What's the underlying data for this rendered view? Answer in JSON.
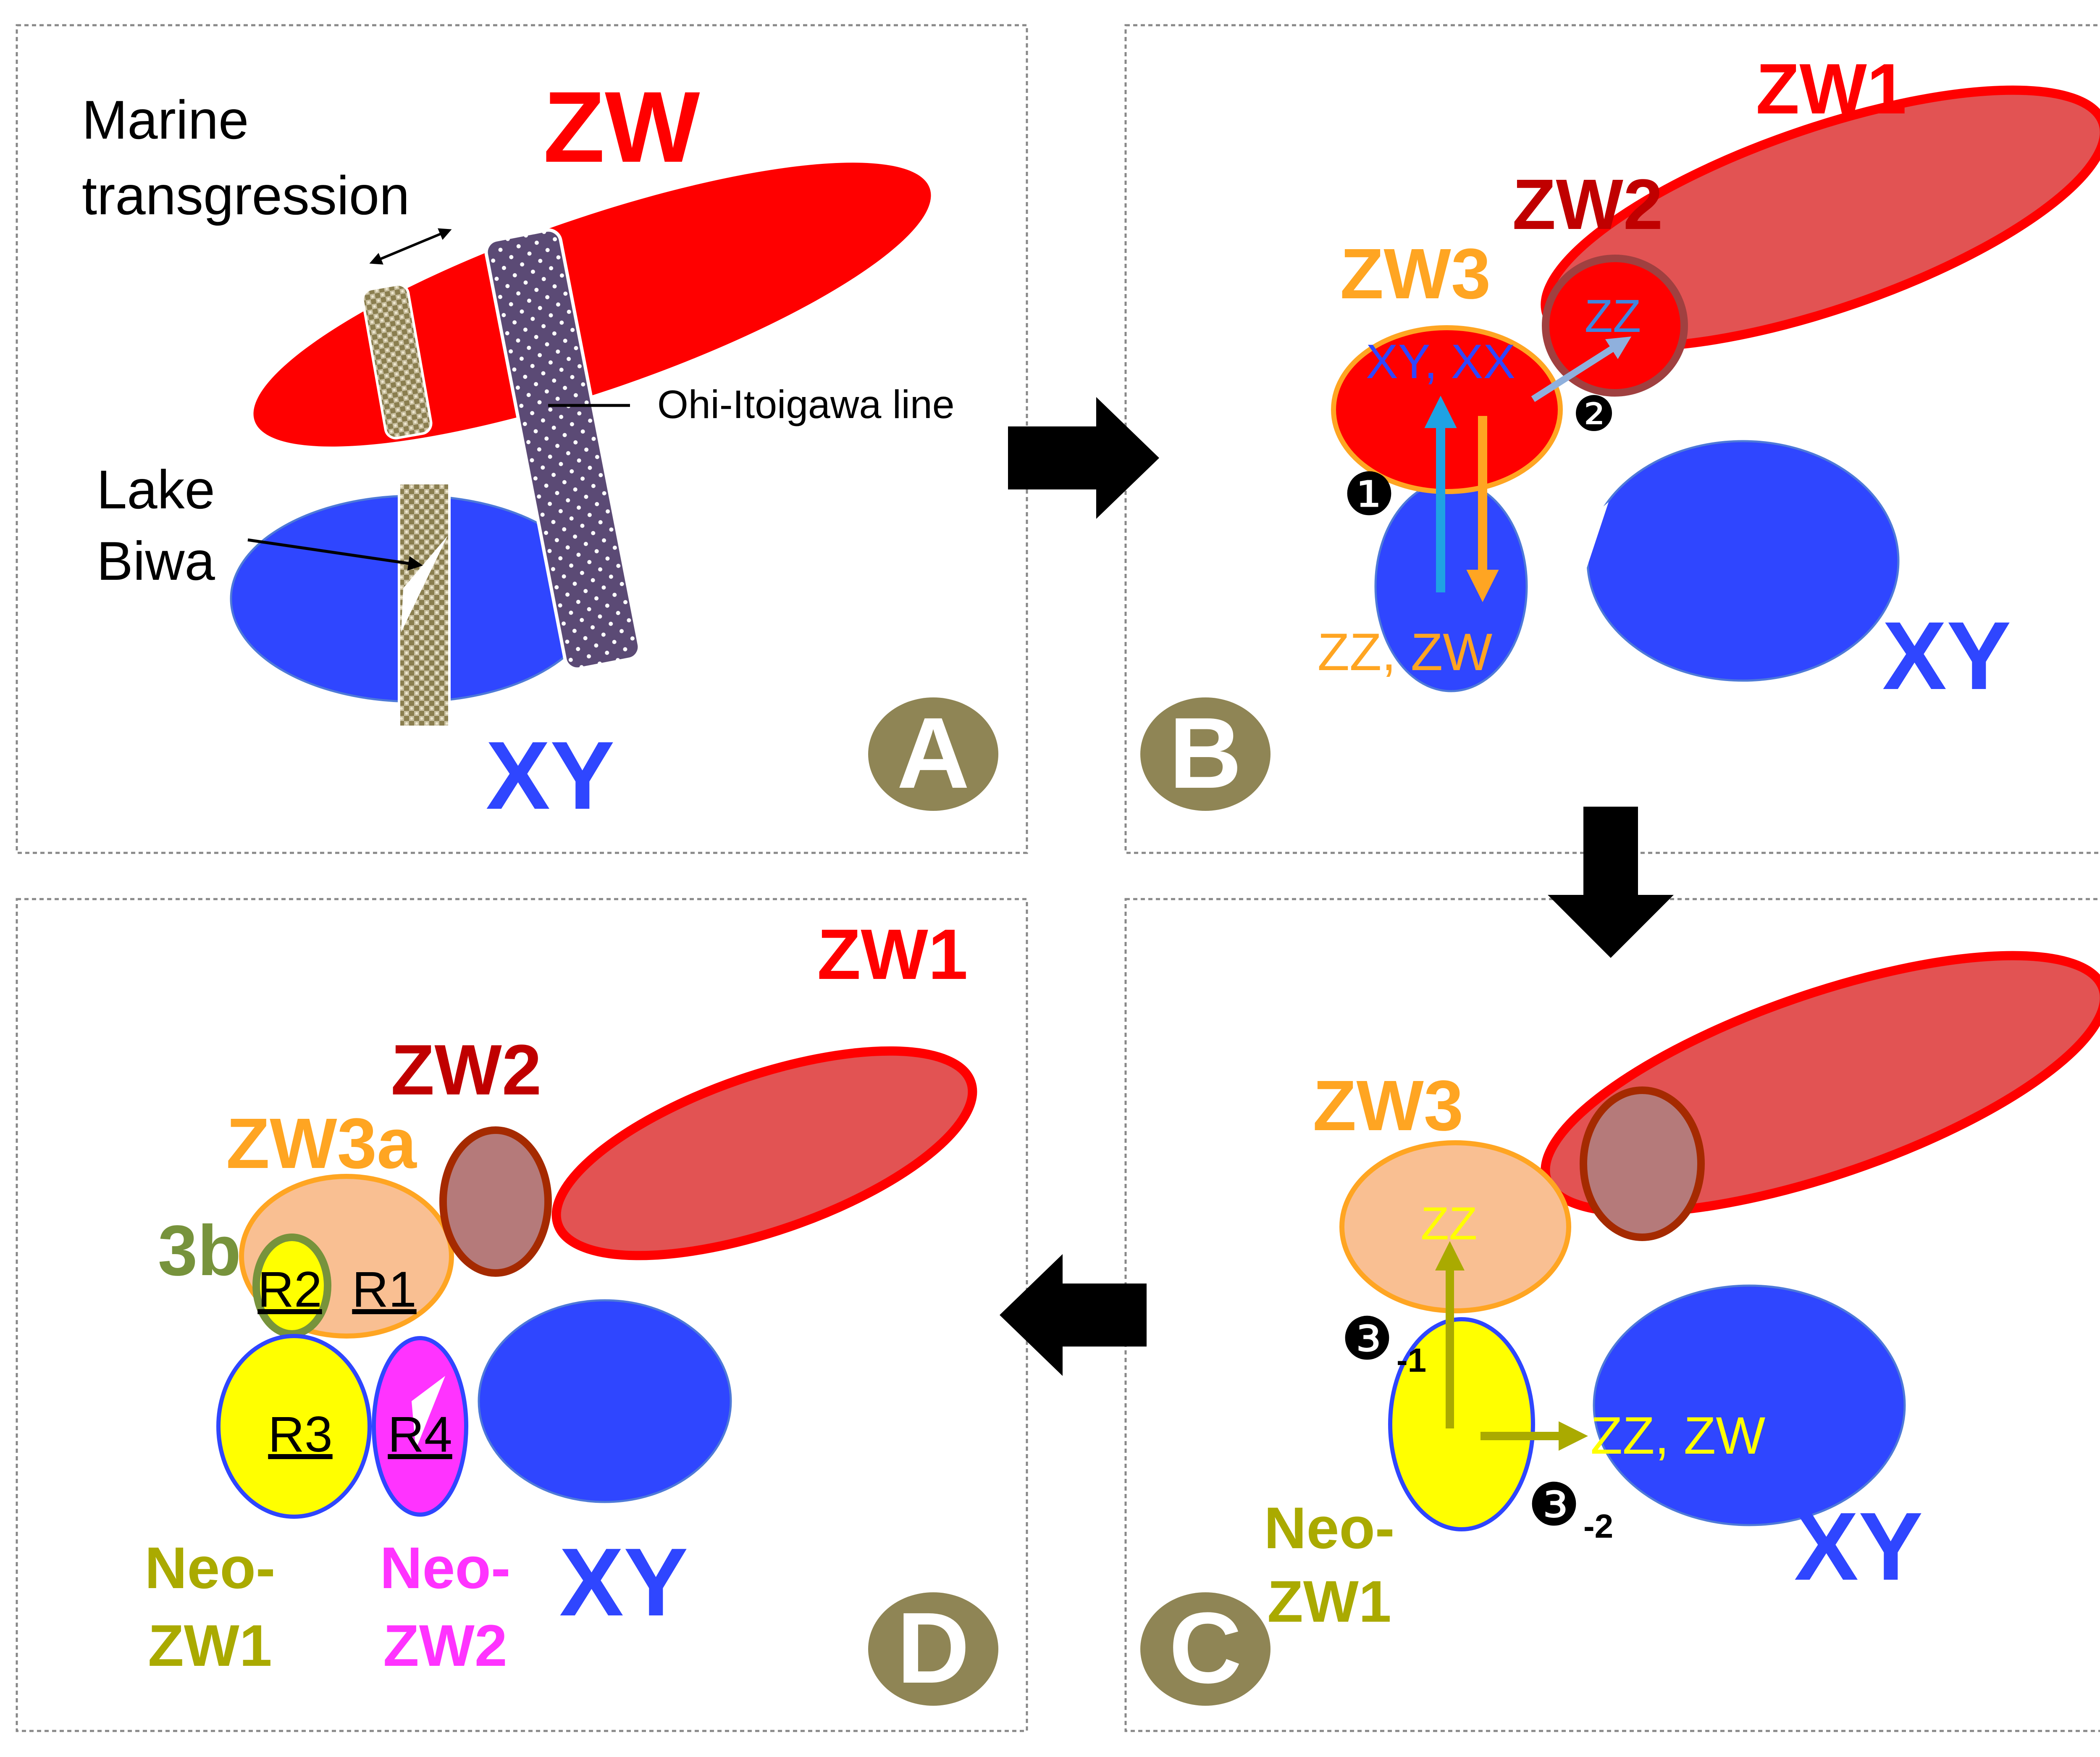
{
  "colors": {
    "red": "#ff0000",
    "zw1_fill": "#e25353",
    "zw2_stroke": "#a52a00",
    "zw2_fill": "#b57a7a",
    "zw3_stroke": "#ffa522",
    "zw3_fill": "#f9bf92",
    "blue": "#2f46ff",
    "yellow": "#ffff00",
    "magenta": "#ff33ff",
    "olive": "#aaaa00",
    "olive_green": "#77933c",
    "dark_red": "#c00000",
    "badge": "#8f8555",
    "sky": "#1fa2e3",
    "light_blue": "#8fb0dd",
    "purple": "#5b4a75",
    "khaki": "#c8bfa0"
  },
  "panel_a": {
    "badge": "A",
    "zw": "ZW",
    "xy": "XY",
    "marine_1": "Marine",
    "marine_2": "transgression",
    "line_label": "Ohi-Itoigawa line",
    "lake_1": "Lake",
    "lake_2": "Biwa"
  },
  "panel_b": {
    "badge": "B",
    "zw1": "ZW1",
    "zw2": "ZW2",
    "zw3": "ZW3",
    "xy": "XY",
    "zz": "ZZ",
    "xy_xx": "XY, XX",
    "zz_zw": "ZZ, ZW",
    "step1": "❶",
    "step2": "❷"
  },
  "panel_c": {
    "badge": "C",
    "zw3": "ZW3",
    "xy": "XY",
    "zz": "ZZ",
    "zz_zw": "ZZ, ZW",
    "neo_1": "Neo-",
    "neo_2": "ZW1",
    "step3": "❸",
    "sub1": "-1",
    "sub2": "-2"
  },
  "panel_d": {
    "badge": "D",
    "zw1": "ZW1",
    "zw2": "ZW2",
    "zw3a": "ZW3a",
    "b3": "3b",
    "r1": "R1",
    "r2": "R2",
    "r3": "R3",
    "r4": "R4",
    "xy": "XY",
    "neo1_1": "Neo-",
    "neo1_2": "ZW1",
    "neo2_1": "Neo-",
    "neo2_2": "ZW2"
  },
  "icons": {
    "transition_arrows": "block-arrow-icon",
    "lake_shape": "lake-biwa-wedge-icon"
  }
}
